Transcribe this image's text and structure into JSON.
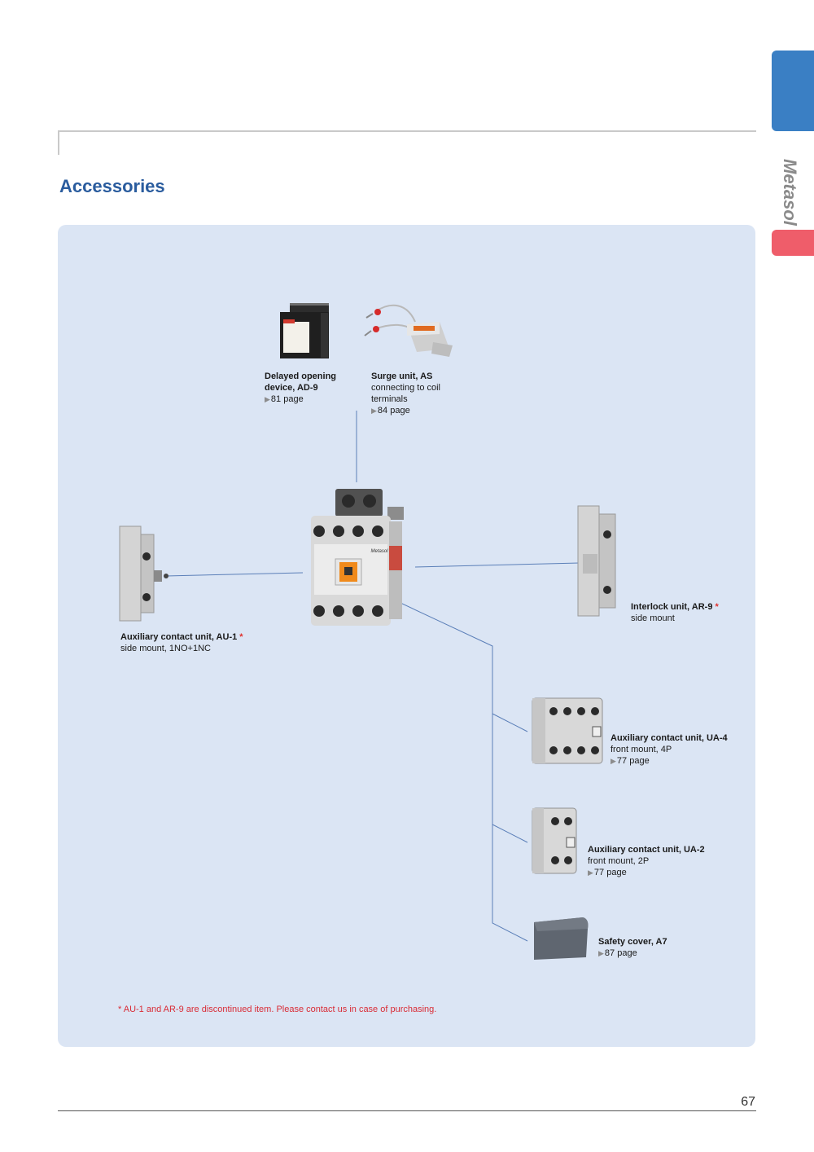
{
  "side_tab": {
    "label": "Metasol"
  },
  "header": {
    "title": "Accessories"
  },
  "accessories": {
    "ad9": {
      "name_line1": "Delayed opening",
      "name_line2": "device, AD-9",
      "page": "81 page"
    },
    "as": {
      "name": "Surge unit, AS",
      "desc_line1": "connecting to coil",
      "desc_line2": "terminals",
      "page": "84 page"
    },
    "au1": {
      "name": "Auxiliary contact unit, AU-1",
      "asterisk": "*",
      "desc": "side mount, 1NO+1NC"
    },
    "ar9": {
      "name": "Interlock unit, AR-9",
      "asterisk": "*",
      "desc": "side mount"
    },
    "ua4": {
      "name": "Auxiliary contact unit, UA-4",
      "desc": "front mount, 4P",
      "page": "77 page"
    },
    "ua2": {
      "name": "Auxiliary contact unit, UA-2",
      "desc": "front mount, 2P",
      "page": "77 page"
    },
    "a7": {
      "name": "Safety cover, A7",
      "page": "87 page"
    }
  },
  "contactor": {
    "brand": "Metasol"
  },
  "footnote": "* AU-1 and AR-9 are discontinued item. Please contact us in case of purchasing.",
  "page_number": "67",
  "colors": {
    "title": "#2a5c9e",
    "panel": "#dbe5f4",
    "tab_blue": "#3a7fc4",
    "tab_red": "#ef5d6a",
    "footnote": "#d92b35",
    "connector": "#5b7fb8"
  }
}
